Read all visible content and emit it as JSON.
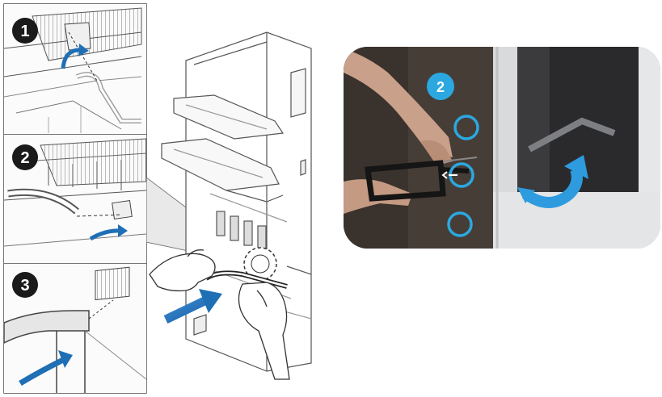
{
  "steps": [
    {
      "number": "1"
    },
    {
      "number": "2"
    },
    {
      "number": "3"
    }
  ],
  "photo": {
    "badge": "2",
    "marker_count": 3
  },
  "colors": {
    "line": "#4a4a4a",
    "arrow": "#1f6fb5",
    "badge_dark": "#1a1a1a",
    "highlight": "#2ba8e0",
    "photo_bg": "#3a3430"
  },
  "icons": [
    "curved-arrow-icon",
    "push-arrow-icon",
    "rotate-arrow-icon",
    "hand-icon"
  ]
}
